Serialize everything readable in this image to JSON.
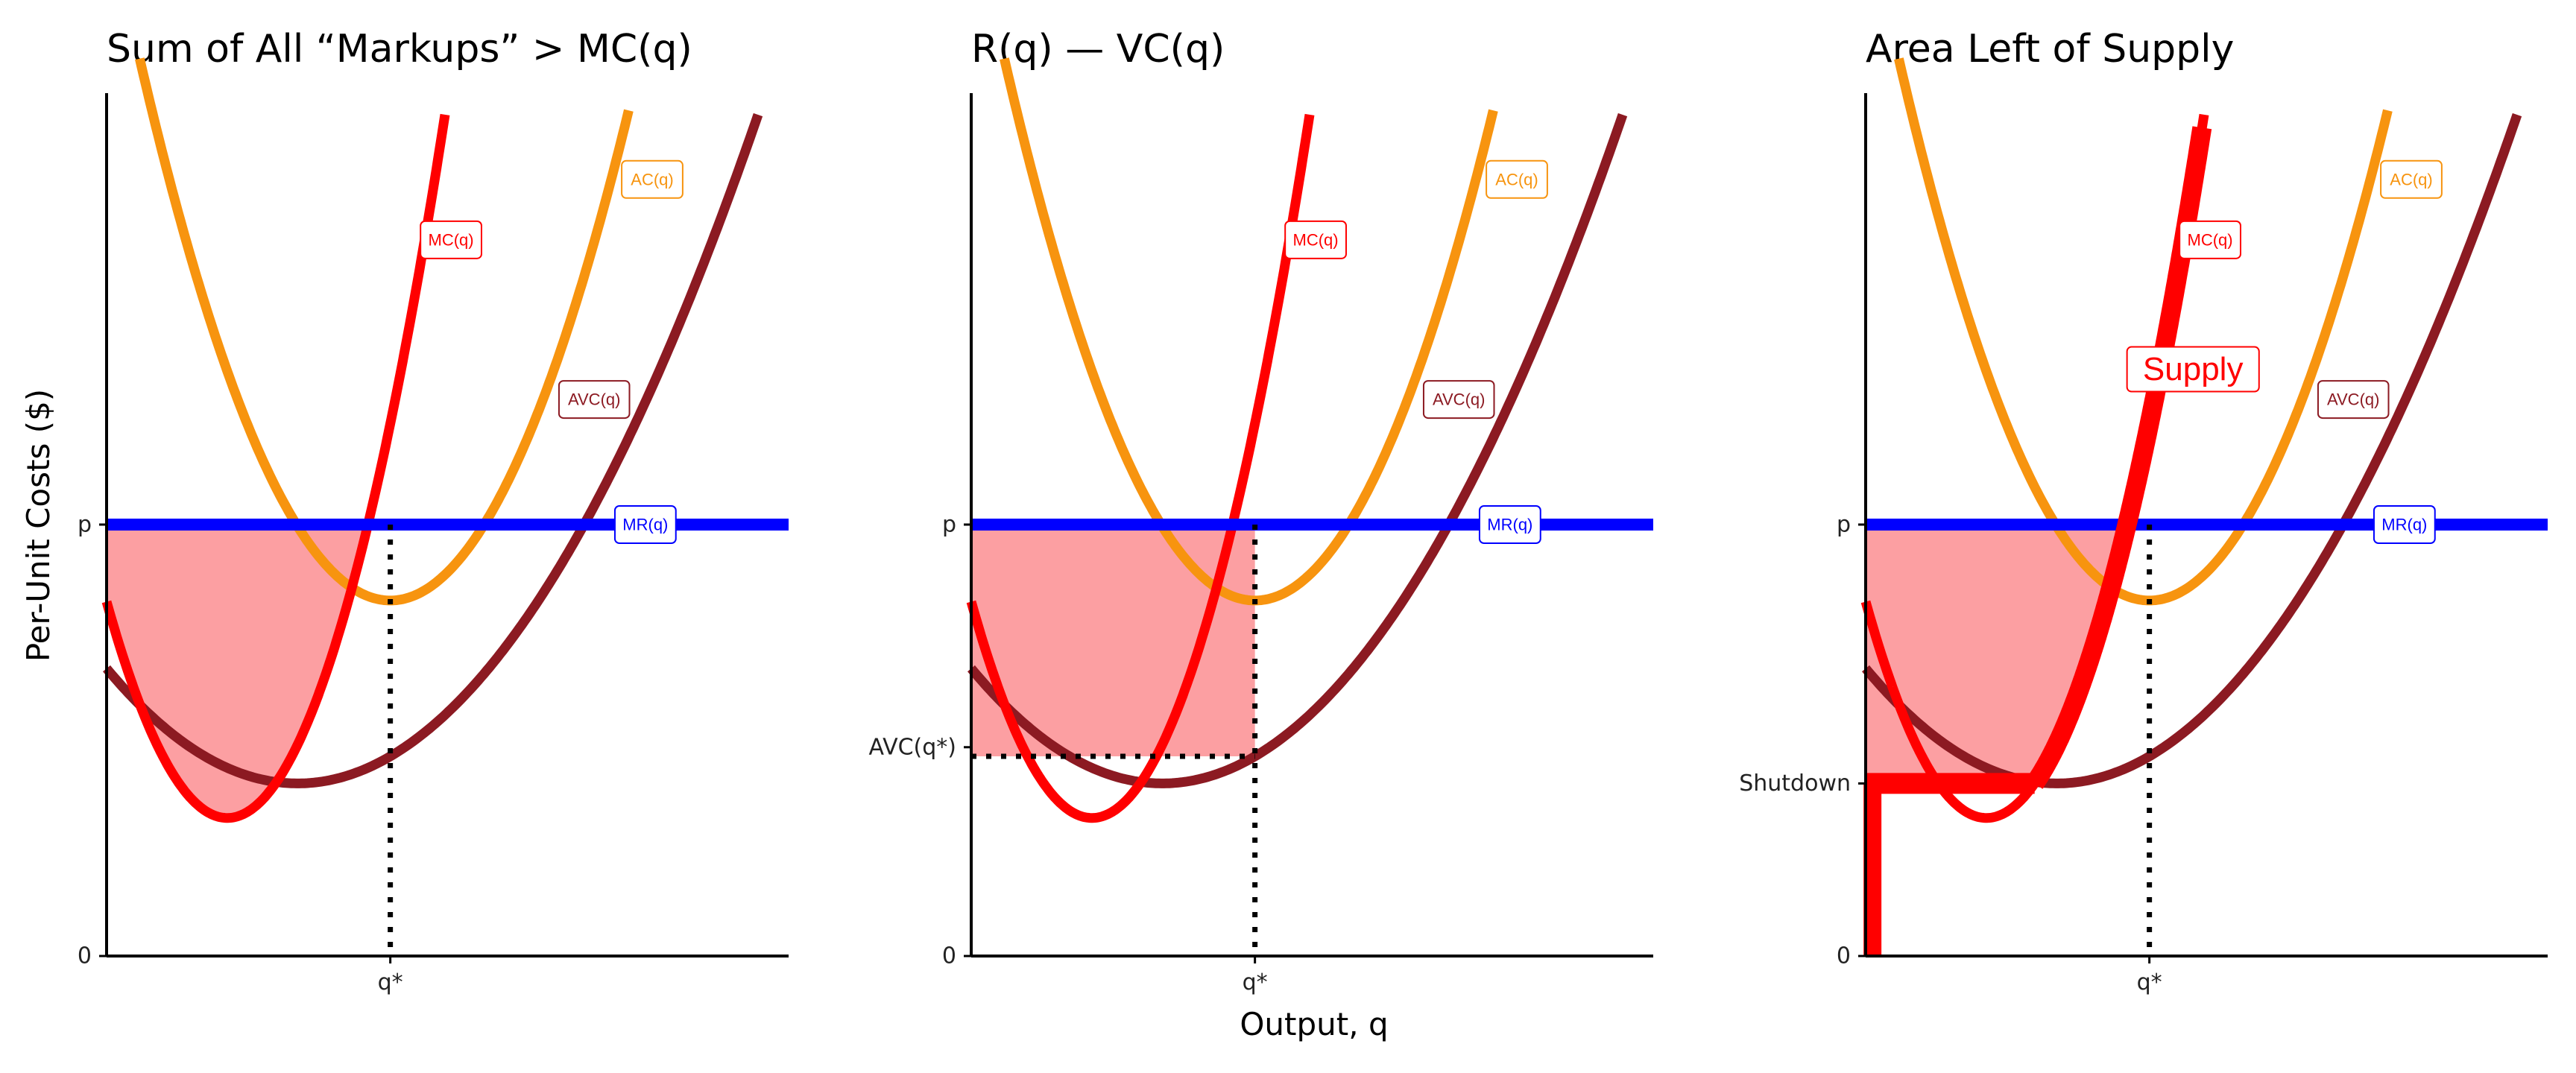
{
  "figure": {
    "ylabel": "Per-Unit Costs ($)",
    "xlabel": "Output, q"
  },
  "colors": {
    "mc": "#ff0000",
    "ac": "#f7940f",
    "avc": "#8c1a22",
    "mr": "#0000ff",
    "fill": "#fc9fa2",
    "supply": "#ff0000",
    "axis": "#000000"
  },
  "chart_data": [
    {
      "type": "line",
      "title": "Sum of All “Markups” > MC(q)",
      "xlim": [
        0,
        10
      ],
      "ylim": [
        0,
        10
      ],
      "yticks": [
        {
          "value": 0,
          "label": "0"
        },
        {
          "value": 5,
          "label": "p"
        }
      ],
      "xticks": [
        {
          "value": 4.16,
          "label": "q*"
        }
      ],
      "series": [
        {
          "name": "MC(q)",
          "key": "mc",
          "label_at": [
            5.05,
            8.3
          ]
        },
        {
          "name": "AC(q)",
          "key": "ac",
          "label_at": [
            8.0,
            9.0
          ]
        },
        {
          "name": "AVC(q)",
          "key": "avc",
          "label_at": [
            7.15,
            6.45
          ]
        },
        {
          "name": "MR(q)",
          "key": "mr",
          "label_at": [
            7.9,
            5.0
          ]
        }
      ],
      "shading": "between-p-and-mc",
      "guides": [
        "q-star-vertical"
      ]
    },
    {
      "type": "line",
      "title": "R(q) — VC(q)",
      "xlim": [
        0,
        10
      ],
      "ylim": [
        0,
        10
      ],
      "yticks": [
        {
          "value": 0,
          "label": "0"
        },
        {
          "value": 5,
          "label": "p"
        },
        {
          "value": 2.42,
          "label": "AVC(q*)"
        }
      ],
      "xticks": [
        {
          "value": 4.16,
          "label": "q*"
        }
      ],
      "series": [
        {
          "name": "MC(q)",
          "key": "mc",
          "label_at": [
            5.05,
            8.3
          ]
        },
        {
          "name": "AC(q)",
          "key": "ac",
          "label_at": [
            8.0,
            9.0
          ]
        },
        {
          "name": "AVC(q)",
          "key": "avc",
          "label_at": [
            7.15,
            6.45
          ]
        },
        {
          "name": "MR(q)",
          "key": "mr",
          "label_at": [
            7.9,
            5.0
          ]
        }
      ],
      "shading": "rectangle-p-to-avc",
      "guides": [
        "q-star-vertical",
        "avc-horizontal"
      ]
    },
    {
      "type": "line",
      "title": "Area Left of Supply",
      "xlim": [
        0,
        10
      ],
      "ylim": [
        0,
        10
      ],
      "yticks": [
        {
          "value": 0,
          "label": "0"
        },
        {
          "value": 5,
          "label": "p"
        },
        {
          "value": 2.0,
          "label": "Shutdown"
        }
      ],
      "xticks": [
        {
          "value": 4.16,
          "label": "q*"
        }
      ],
      "series": [
        {
          "name": "MC(q)",
          "key": "mc",
          "label_at": [
            5.05,
            8.3
          ]
        },
        {
          "name": "AC(q)",
          "key": "ac",
          "label_at": [
            8.0,
            9.0
          ]
        },
        {
          "name": "AVC(q)",
          "key": "avc",
          "label_at": [
            7.15,
            6.45
          ]
        },
        {
          "name": "MR(q)",
          "key": "mr",
          "label_at": [
            7.9,
            5.0
          ]
        },
        {
          "name": "Supply",
          "key": "supply",
          "label_at": [
            4.8,
            6.8
          ]
        }
      ],
      "shading": "left-of-supply",
      "guides": [
        "q-star-vertical"
      ]
    }
  ]
}
